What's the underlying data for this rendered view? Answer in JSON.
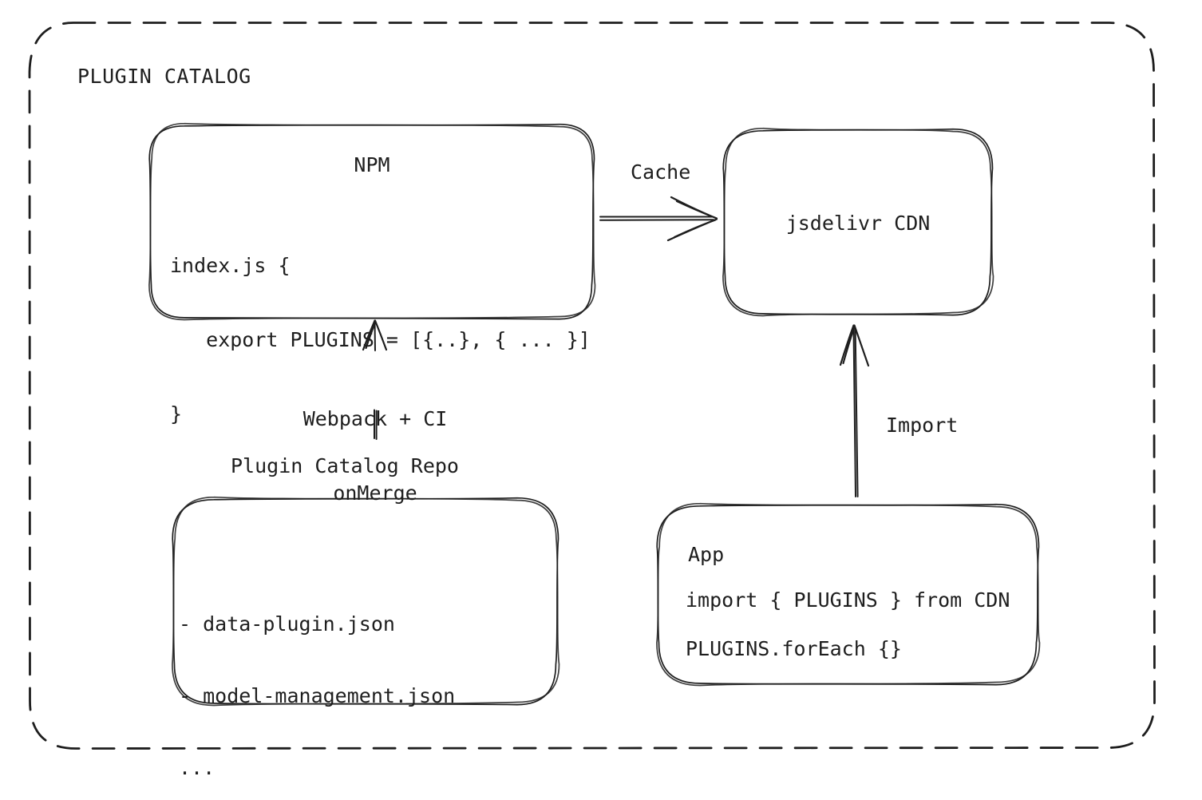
{
  "diagram": {
    "title": "PLUGIN CATALOG",
    "nodes": {
      "npm": {
        "title": "NPM",
        "code": [
          "index.js {",
          "   export PLUGINS = [{..}, { ... }]",
          "}"
        ]
      },
      "cdn": {
        "title": "jsdelivr CDN"
      },
      "repo": {
        "title": "Plugin Catalog Repo",
        "files": [
          "- data-plugin.json",
          "- model-management.json",
          "..."
        ]
      },
      "app": {
        "title": "App",
        "code": [
          "import { PLUGINS } from CDN",
          "PLUGINS.forEach {}"
        ]
      }
    },
    "arrows": {
      "cache": {
        "label": "Cache",
        "from": "NPM",
        "to": "jsdelivr CDN"
      },
      "build": {
        "label": "Webpack + CI",
        "sublabel": "onMerge",
        "from": "Plugin Catalog Repo",
        "to": "NPM"
      },
      "import": {
        "label": "Import",
        "from": "App",
        "to": "jsdelivr CDN"
      }
    },
    "colors": {
      "stroke": "#1e1e1e",
      "background": "#ffffff"
    }
  }
}
